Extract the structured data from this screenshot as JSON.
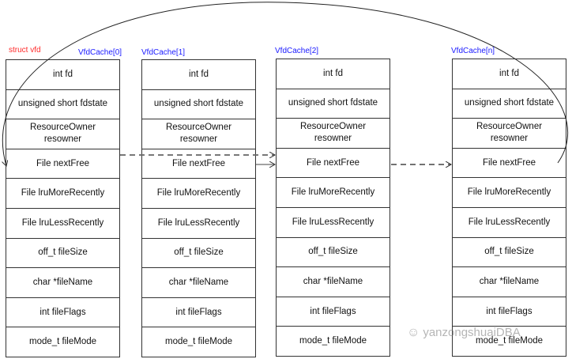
{
  "struct_label": "struct vfd",
  "fields": [
    "int fd",
    "unsigned short fdstate",
    "ResourceOwner\nresowner",
    "File nextFree",
    "File lruMoreRecently",
    "File lruLessRecently",
    "off_t fileSize",
    "char *fileName",
    "int fileFlags",
    "mode_t fileMode"
  ],
  "caches": [
    {
      "label": "VfdCache[0]"
    },
    {
      "label": "VfdCache[1]"
    },
    {
      "label": "VfdCache[2]"
    },
    {
      "label": "VfdCache[n]"
    }
  ],
  "watermark": {
    "icon": "wechat-icon",
    "text": "yanzongshuaiDBA"
  },
  "colors": {
    "struct_label": "#ff2a2a",
    "cache_label": "#1a1aff",
    "border": "#333333"
  }
}
